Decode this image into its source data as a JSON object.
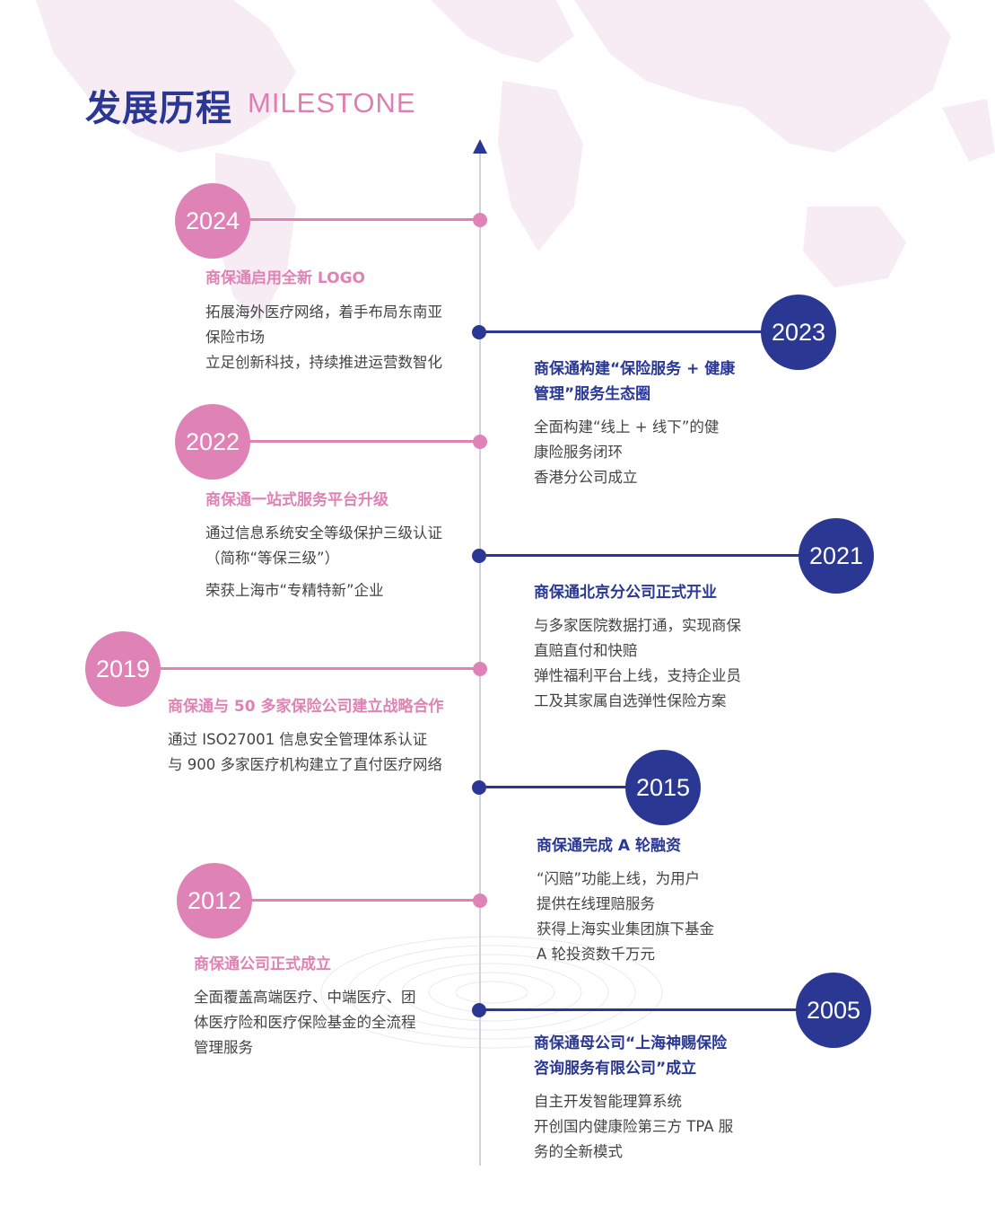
{
  "header": {
    "title_cn": "发展历程",
    "title_en": "MILESTONE"
  },
  "colors": {
    "pink": "#df82b6",
    "navy": "#2a3894",
    "axis": "#cfd2dd",
    "text": "#444444"
  },
  "milestones": [
    {
      "year": "2024",
      "title": "商保通启用全新 LOGO",
      "lines": [
        "拓展海外医疗网络，着手布局东南亚",
        "保险市场",
        "立足创新科技，持续推进运营数智化"
      ]
    },
    {
      "year": "2023",
      "title_lines": [
        "商保通构建“保险服务 + 健康",
        "管理”服务生态圈"
      ],
      "lines": [
        "全面构建“线上 + 线下”的健",
        "康险服务闭环",
        "香港分公司成立"
      ]
    },
    {
      "year": "2022",
      "title": "商保通一站式服务平台升级",
      "lines": [
        "通过信息系统安全等级保护三级认证",
        "（简称“等保三级”）",
        "荣获上海市“专精特新”企业"
      ]
    },
    {
      "year": "2021",
      "title": "商保通北京分公司正式开业",
      "lines": [
        "与多家医院数据打通，实现商保",
        "直赔直付和快赔",
        "弹性福利平台上线，支持企业员",
        "工及其家属自选弹性保险方案"
      ]
    },
    {
      "year": "2019",
      "title": "商保通与 50 多家保险公司建立战略合作",
      "lines": [
        "通过 ISO27001 信息安全管理体系认证",
        "与 900 多家医疗机构建立了直付医疗网络"
      ]
    },
    {
      "year": "2015",
      "title": "商保通完成 A 轮融资",
      "lines": [
        "“闪赔”功能上线，为用户",
        "提供在线理赔服务",
        "获得上海实业集团旗下基金",
        "A 轮投资数千万元"
      ]
    },
    {
      "year": "2012",
      "title": "商保通公司正式成立",
      "lines": [
        "全面覆盖高端医疗、中端医疗、团",
        "体医疗险和医疗保险基金的全流程",
        "管理服务"
      ]
    },
    {
      "year": "2005",
      "title_lines": [
        "商保通母公司“上海神赐保险",
        "咨询服务有限公司”成立"
      ],
      "lines": [
        "自主开发智能理算系统",
        "开创国内健康险第三方 TPA 服",
        "务的全新模式"
      ]
    }
  ]
}
